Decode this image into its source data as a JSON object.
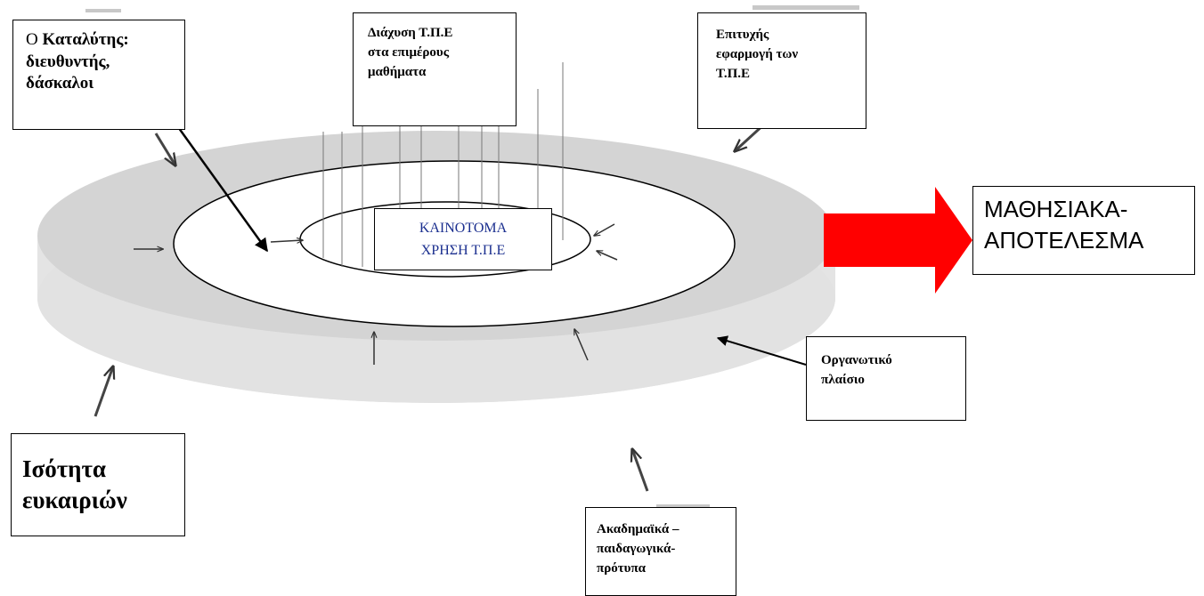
{
  "catalyst_box": {
    "prefix": "Ο ",
    "bold_title": "Καταλύτης:",
    "line2": "διευθυντής,",
    "line3": "δάσκαλοι"
  },
  "diffusion_box": {
    "lines": [
      "Διάχυση Τ.Π.Ε",
      "στα επιμέρους",
      "μαθήματα"
    ]
  },
  "success_box": {
    "lines": [
      "Επιτυχής",
      "εφαρμογή των",
      "Τ.Π.Ε"
    ]
  },
  "center_label": {
    "lines": [
      "ΚΑΙΝΟΤΟΜΑ",
      "ΧΡΗΣΗ Τ.Π.Ε"
    ]
  },
  "results_box": {
    "lines": [
      "ΜΑΘΗΣΙΑΚΑ-",
      "ΑΠΟΤΕΛΕΣΜΑ"
    ]
  },
  "org_box": {
    "lines": [
      "Οργανωτικό",
      "πλαίσιο"
    ]
  },
  "equality_box": {
    "lines": [
      "Ισότητα",
      "ευκαιριών"
    ]
  },
  "academic_box": {
    "lines": [
      "Ακαδημαϊκά –",
      "παιδαγωγικά-",
      "πρότυπα"
    ]
  },
  "colors": {
    "ring": "#d6d6d6",
    "ring_side": "#e6e6e6",
    "big_arrow": "#ff0000",
    "center_text": "#1b2f8f"
  }
}
